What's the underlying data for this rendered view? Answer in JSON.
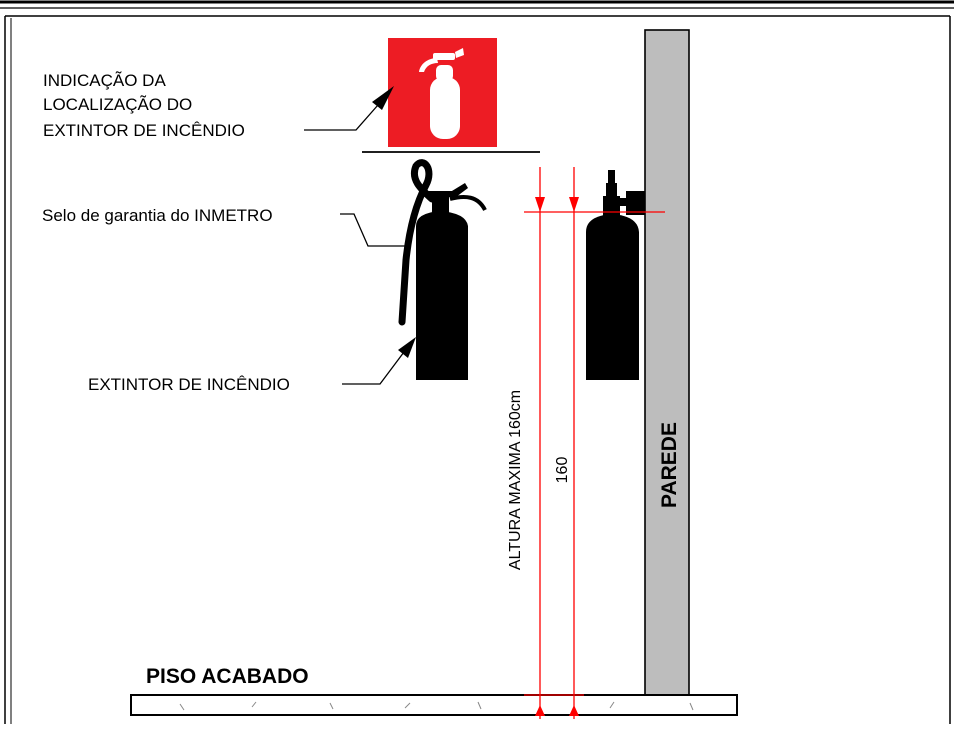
{
  "labels": {
    "sign_indication": [
      "INDICAÇÃO DA",
      "LOCALIZAÇÃO DO",
      "EXTINTOR DE INCÊNDIO"
    ],
    "inmetro_seal": "Selo de garantia do INMETRO",
    "extinguisher": "EXTINTOR DE INCÊNDIO",
    "max_height": "ALTURA MAXIMA 160cm",
    "dimension_value": "160",
    "wall": "PAREDE",
    "floor": "PISO ACABADO"
  },
  "colors": {
    "sign_red": "#ed1c24",
    "dimension_red": "#ff0000",
    "wall_gray": "#bdbdbd",
    "extinguisher_body": "#000000"
  }
}
